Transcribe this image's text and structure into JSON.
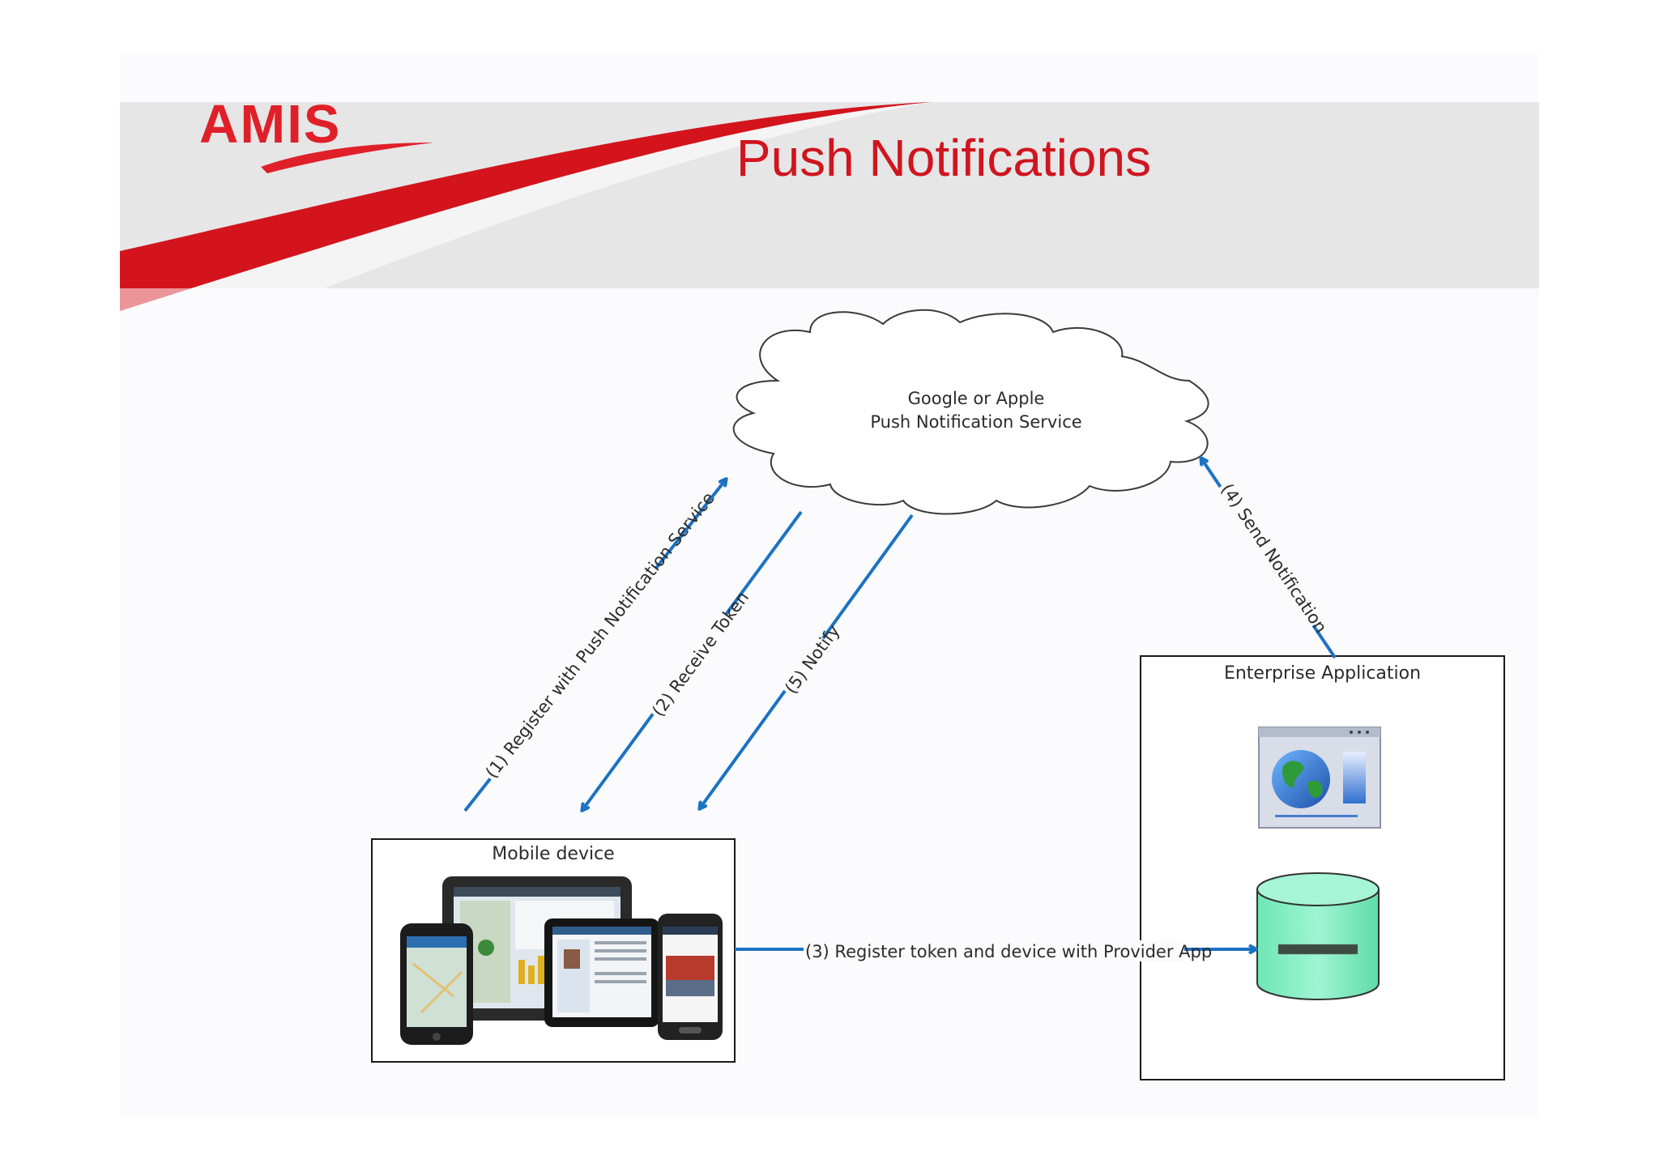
{
  "logo": {
    "text": "AMIS"
  },
  "slide": {
    "title": "Push Notifications"
  },
  "cloud": {
    "line1": "Google or Apple",
    "line2": "Push Notification Service"
  },
  "mobile_box": {
    "label": "Mobile device"
  },
  "enterprise_box": {
    "label": "Enterprise Application"
  },
  "arrows": {
    "step1": "(1) Register with Push Notification Service",
    "step2": "(2) Receive Token",
    "step3": "(3) Register token and device with Provider App",
    "step4": "(4) Send Notification",
    "step5": "(5) Notify"
  },
  "colors": {
    "brand_red": "#d0151f",
    "arrow_blue": "#1c72c4",
    "db_green": "#7ff0c2"
  },
  "icons": [
    "mobile-devices-image",
    "web-app-globe-icon",
    "database-icon"
  ]
}
